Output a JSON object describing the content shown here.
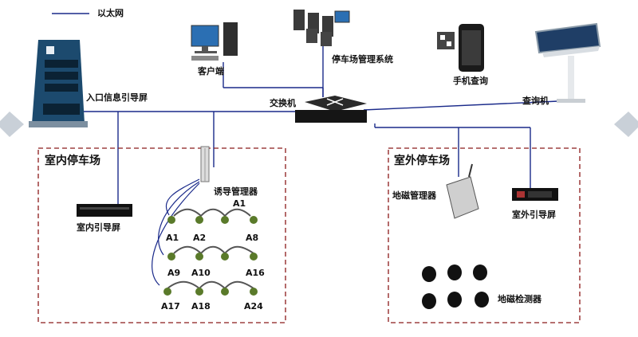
{
  "legend": {
    "label": "以太网"
  },
  "devices": {
    "client": "客户端",
    "parking_system": "停车场管理系统",
    "mobile_query": "手机查询",
    "query_terminal": "查询机",
    "switch": "交换机",
    "entrance_screen": "入口信息引导屏"
  },
  "indoor": {
    "title": "室内停车场",
    "screen_label": "室内引导屏",
    "controller_label": "诱导管理器",
    "controller_id": "A1",
    "sensor_labels": [
      "A1",
      "A2",
      "A8",
      "A9",
      "A10",
      "A16",
      "A17",
      "A18",
      "A24"
    ]
  },
  "outdoor": {
    "title": "室外停车场",
    "geo_manager_label": "地磁管理器",
    "screen_label": "室外引导屏",
    "detector_label": "地磁检测器"
  },
  "colors": {
    "network_line": "#1a2a8a",
    "zone_border": "#8b1a1a"
  }
}
